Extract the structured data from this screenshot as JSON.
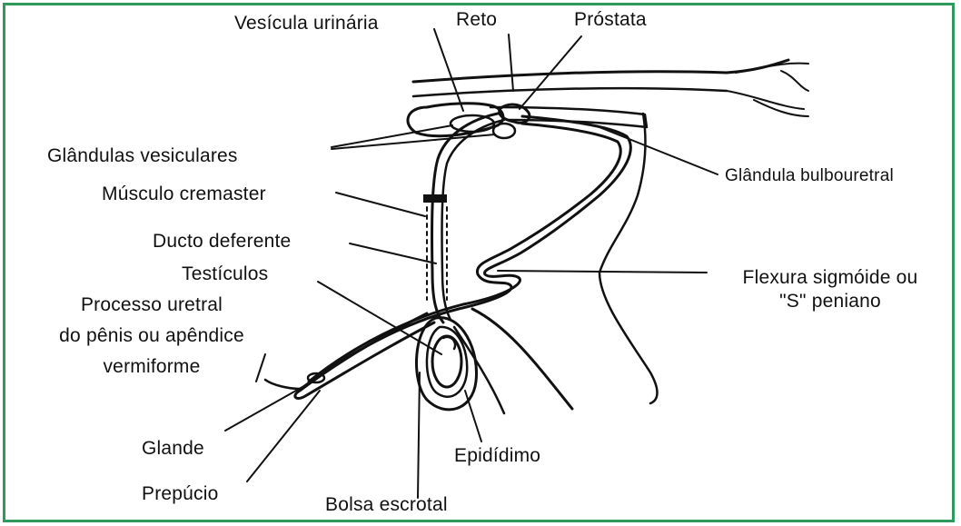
{
  "colors": {
    "border": "#2f9a5c",
    "ink": "#111111",
    "background": "#ffffff"
  },
  "labels": {
    "vesicula_urinaria": "Vesícula urinária",
    "reto": "Reto",
    "prostata": "Próstata",
    "glandulas_vesiculares": "Glândulas vesiculares",
    "glandula_bulbouretral": "Glândula bulbouretral",
    "musculo_cremaster": "Músculo cremaster",
    "ducto_deferente": "Ducto deferente",
    "testiculos": "Testículos",
    "flexura_line1": "Flexura sigmóide ou",
    "flexura_line2": "\"S\" peniano",
    "processo_line1": "Processo uretral",
    "processo_line2": "do pênis ou apêndice",
    "processo_line3": "vermiforme",
    "glande": "Glande",
    "prepucio": "Prepúcio",
    "epididimo": "Epidídimo",
    "bolsa_escrotal": "Bolsa escrotal"
  }
}
